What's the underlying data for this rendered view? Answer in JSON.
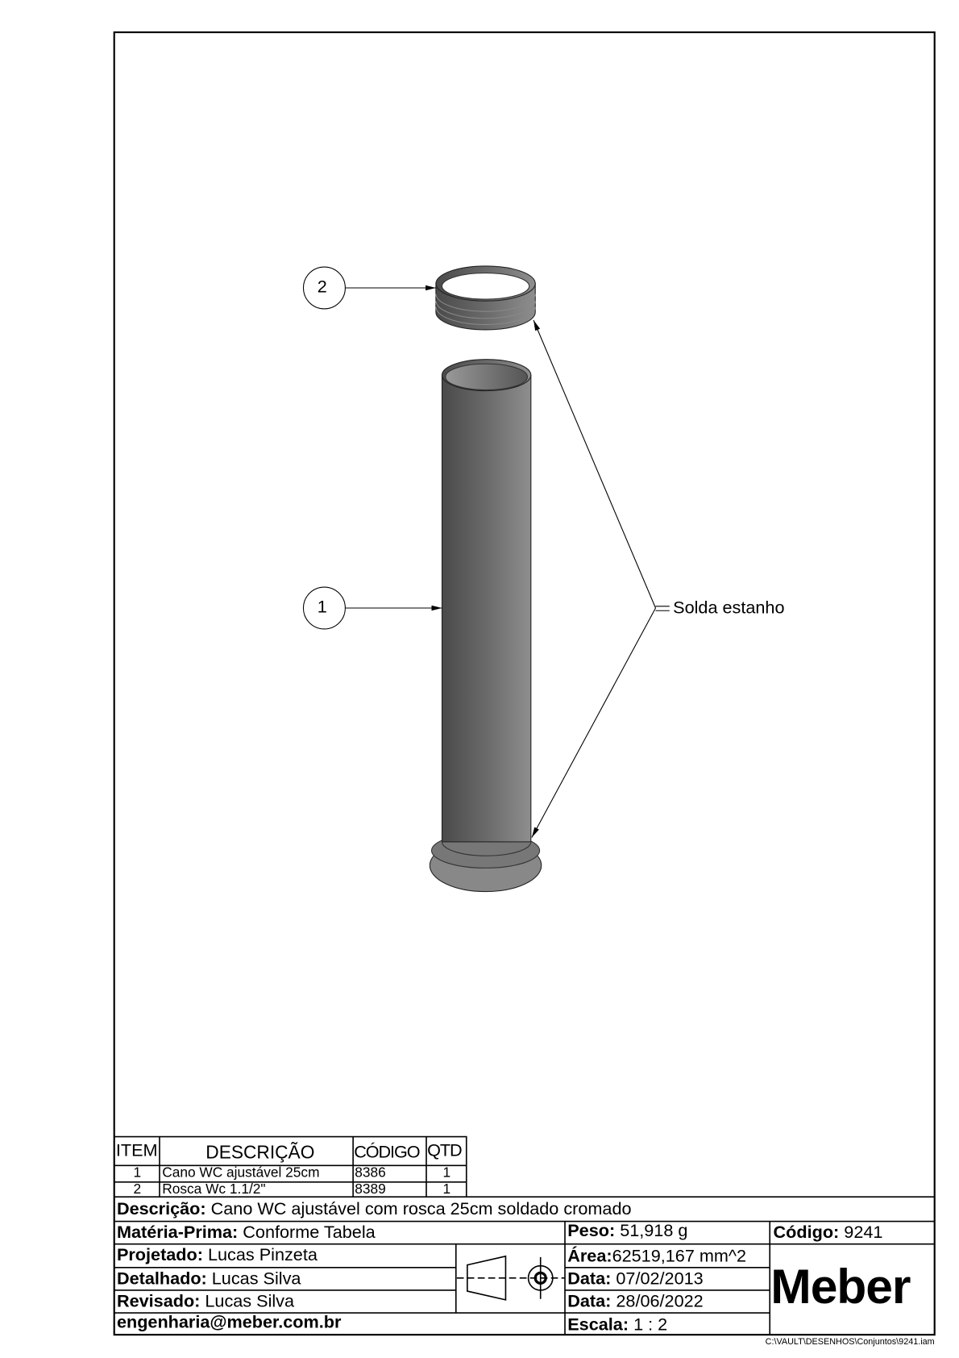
{
  "drawing": {
    "balloons": [
      {
        "label": "1"
      },
      {
        "label": "2"
      }
    ],
    "note": "Solda estanho"
  },
  "parts_list": {
    "headers": {
      "item": "ITEM",
      "descricao": "DESCRIÇÃO",
      "codigo": "CÓDIGO",
      "qtd": "QTD"
    },
    "rows": [
      {
        "item": "1",
        "descricao": "Cano WC ajustável 25cm",
        "codigo": "8386",
        "qtd": "1"
      },
      {
        "item": "2",
        "descricao": "Rosca Wc 1.1/2\"",
        "codigo": "8389",
        "qtd": "1"
      }
    ]
  },
  "title_block": {
    "descricao_label": "Descrição:",
    "descricao": "Cano WC ajustável com rosca 25cm soldado cromado",
    "materia_label": "Matéria-Prima:",
    "materia": "Conforme Tabela",
    "projetado_label": "Projetado:",
    "projetado": "Lucas Pinzeta",
    "detalhado_label": "Detalhado:",
    "detalhado": "Lucas Silva",
    "revisado_label": "Revisado:",
    "revisado": "Lucas Silva",
    "email": "engenharia@meber.com.br",
    "peso_label": "Peso:",
    "peso": "51,918 g",
    "area_label": "Área:",
    "area": "62519,167 mm^2",
    "data1_label": "Data:",
    "data1": "07/02/2013",
    "data2_label": "Data:",
    "data2": "28/06/2022",
    "escala_label": "Escala:",
    "escala": "1 : 2",
    "codigo_label": "Código:",
    "codigo": "9241",
    "logo": "Meber",
    "file_path": "C:\\VAULT\\DESENHOS\\Conjuntos\\9241.iam"
  }
}
